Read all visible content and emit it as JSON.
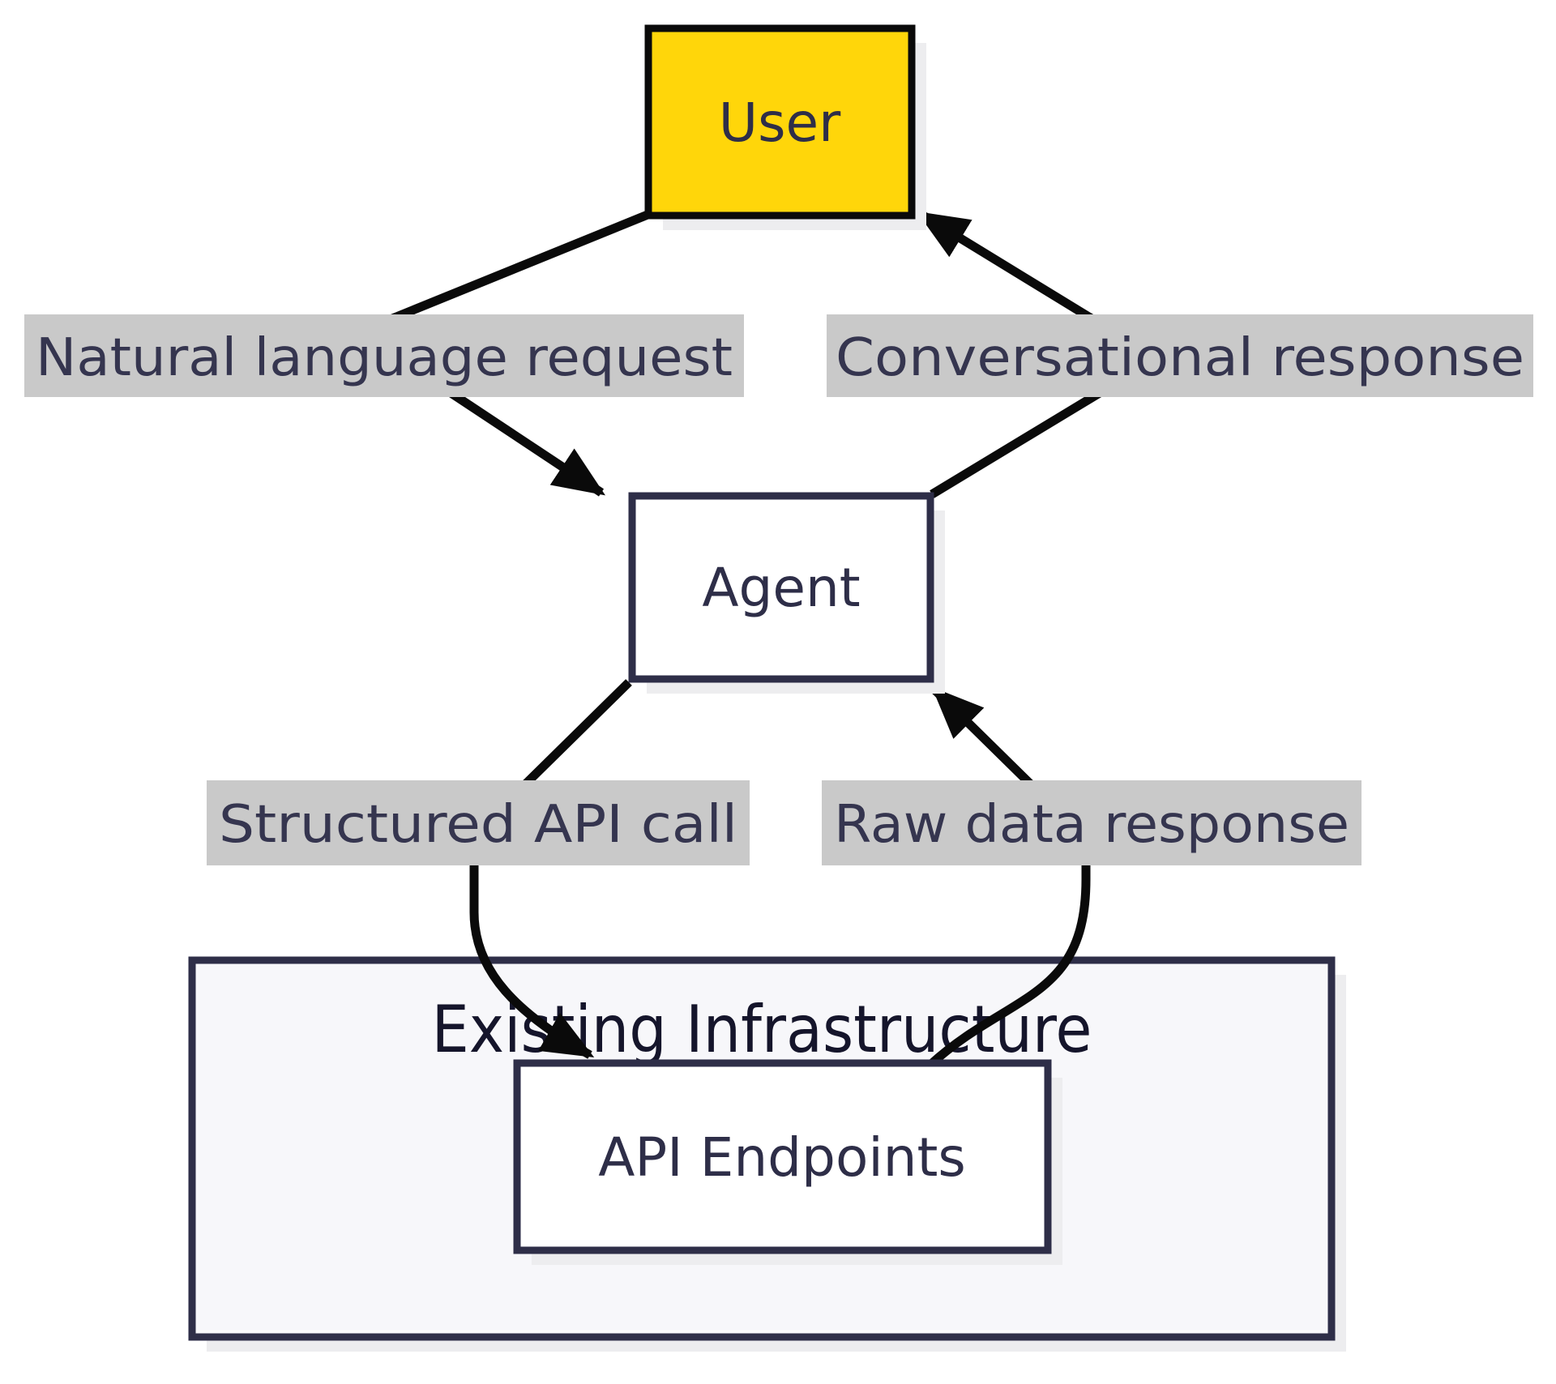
{
  "diagram": {
    "type": "flowchart",
    "nodes": {
      "user": {
        "label": "User"
      },
      "agent": {
        "label": "Agent"
      },
      "api_endpoints": {
        "label": "API Endpoints"
      },
      "existing_infrastructure": {
        "label": "Existing Infrastructure"
      }
    },
    "edges": [
      {
        "from": "User",
        "to": "Agent",
        "label": "Natural language request"
      },
      {
        "from": "Agent",
        "to": "User",
        "label": "Conversational response"
      },
      {
        "from": "Agent",
        "to": "API Endpoints",
        "label": "Structured API call"
      },
      {
        "from": "API Endpoints",
        "to": "Agent",
        "label": "Raw data response"
      }
    ],
    "colors": {
      "background": "#FFFFFF",
      "user_fill": "#FFD60A",
      "user_border": "#0A0A0A",
      "node_fill": "#FFFFFF",
      "node_border": "#2E2E48",
      "container_fill": "#F7F7FA",
      "edge_label_bg": "#C9C9C9",
      "edge_label_text": "#35354F",
      "node_text": "#2E2E48",
      "title_text": "#15152B",
      "line": "#0A0A0A",
      "shadow": "#EDEDEF"
    }
  }
}
